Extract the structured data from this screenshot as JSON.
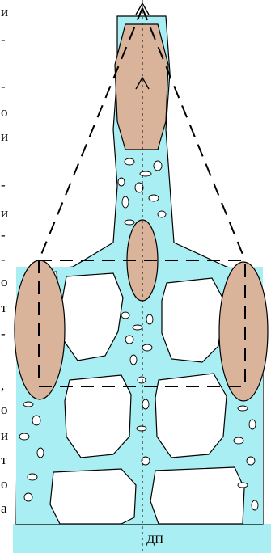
{
  "left_text_fragments": [
    "и",
    "-",
    "-",
    "о",
    "и",
    "-",
    "и",
    "-",
    "-",
    "о",
    "т",
    "-",
    ",",
    "о",
    "и",
    "т",
    "о",
    "а"
  ],
  "axis_label": "ДП",
  "colors": {
    "water": "#a8eef2",
    "ovals": "#d9b39a",
    "lines": "#000000",
    "bottom_band": "#a8eef2"
  }
}
